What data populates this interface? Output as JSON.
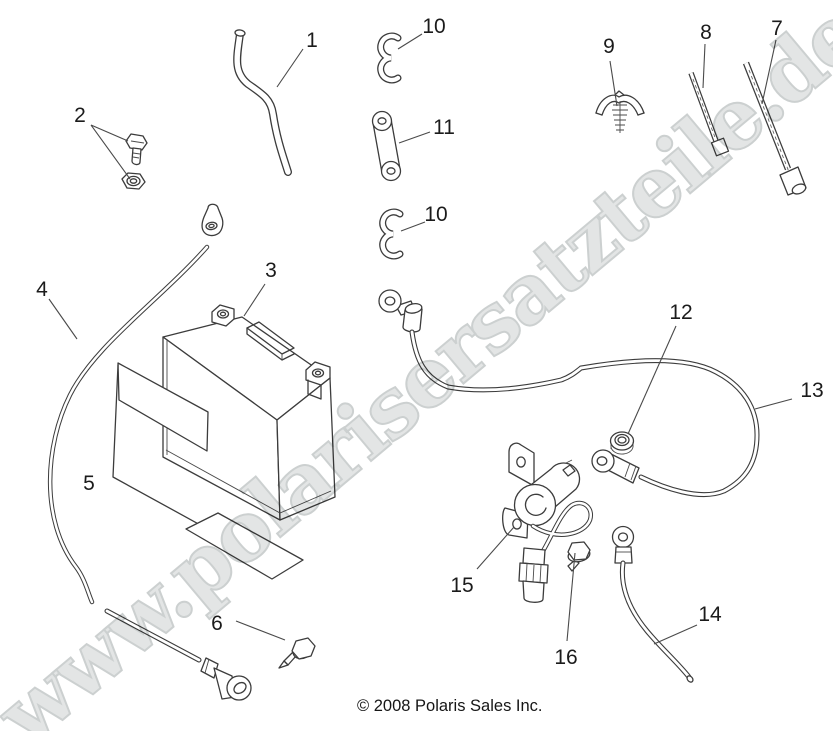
{
  "diagram": {
    "title_hint": "battery-and-electrical-exploded-parts-diagram",
    "watermark_text": "www.polarisersatzteile.de",
    "copyright_text": "© 2008 Polaris Sales Inc.",
    "line_color": "#3c3c3c",
    "watermark_color": "#e3e5e5",
    "background_color": "#ffffff",
    "callouts": [
      {
        "label": "1",
        "part": "vent-tube"
      },
      {
        "label": "2",
        "part": "terminal-bolt-and-nut"
      },
      {
        "label": "3",
        "part": "battery"
      },
      {
        "label": "4",
        "part": "battery-cable-long"
      },
      {
        "label": "5",
        "part": "battery-strap"
      },
      {
        "label": "6",
        "part": "flange-bolt"
      },
      {
        "label": "7",
        "part": "long-socket-bolt"
      },
      {
        "label": "8",
        "part": "short-socket-bolt"
      },
      {
        "label": "9",
        "part": "push-clip"
      },
      {
        "label": "10",
        "part": "c-clip-upper"
      },
      {
        "label": "11",
        "part": "link-bar"
      },
      {
        "label": "10",
        "part": "c-clip-lower"
      },
      {
        "label": "12",
        "part": "hex-nut"
      },
      {
        "label": "13",
        "part": "solenoid-cable"
      },
      {
        "label": "14",
        "part": "ground-cable"
      },
      {
        "label": "15",
        "part": "solenoid"
      },
      {
        "label": "16",
        "part": "solenoid-bolt"
      }
    ]
  }
}
